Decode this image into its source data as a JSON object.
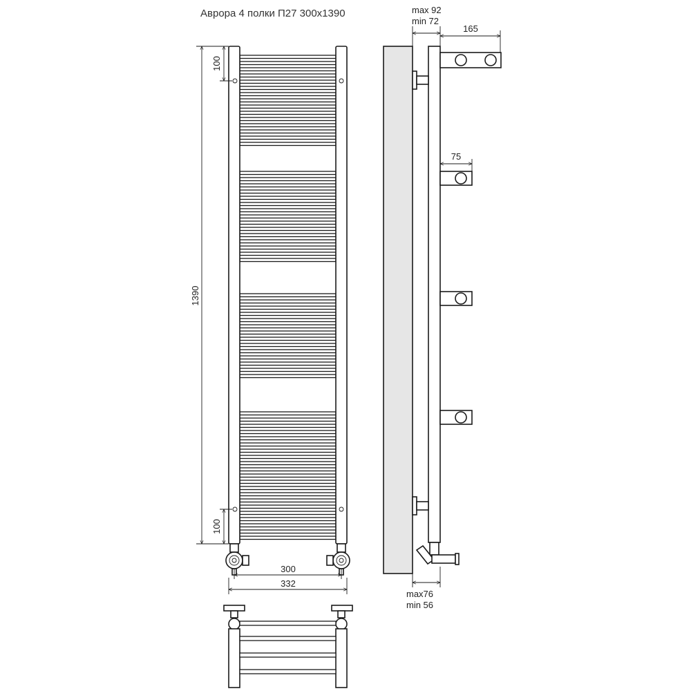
{
  "title": "Аврора 4 полки П27 300x1390",
  "dimensions": {
    "height_total": "1390",
    "top_offset": "100",
    "bottom_offset": "100",
    "axis_width": "300",
    "overall_width": "332",
    "wall_gap_max": "max 92",
    "wall_gap_min": "min 72",
    "shelf_depth": "165",
    "bracket_depth": "75",
    "valve_max": "max76",
    "valve_min": "min 56"
  }
}
